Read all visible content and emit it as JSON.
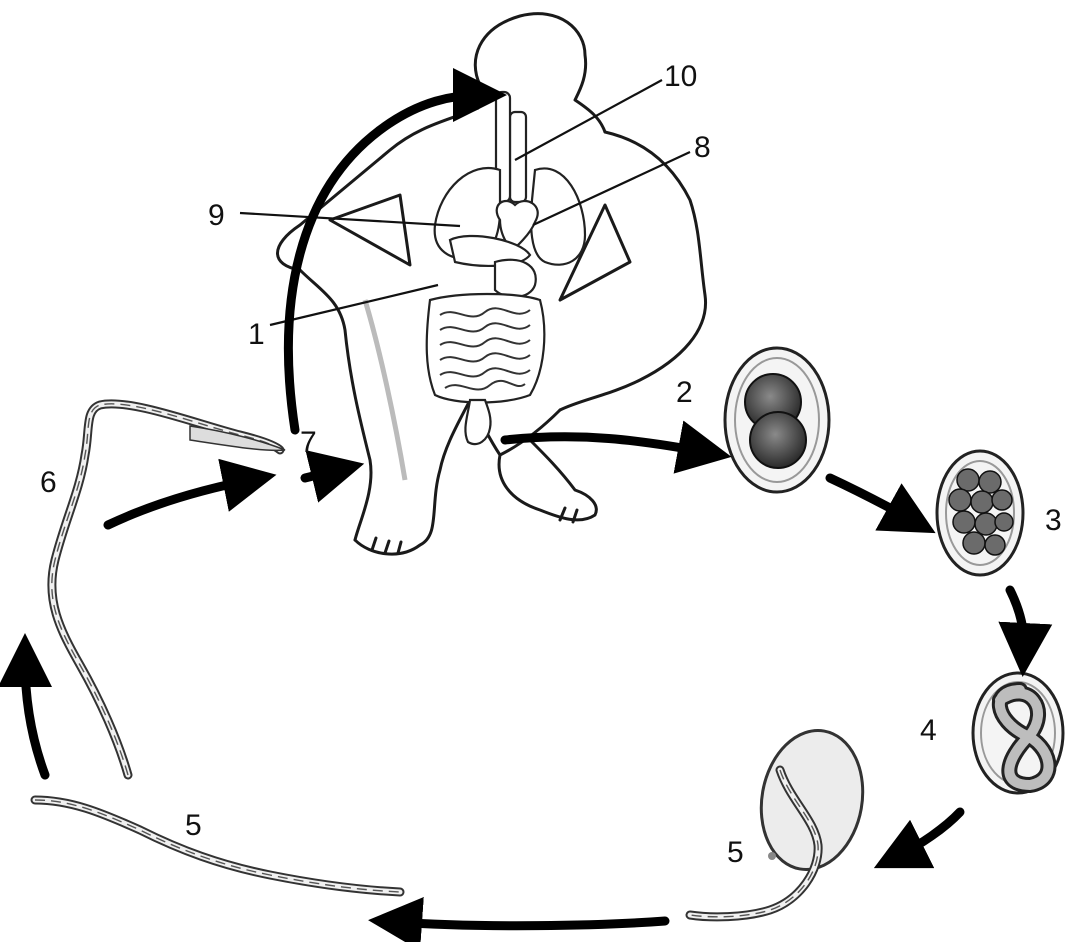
{
  "labels": {
    "l1": "1",
    "l2": "2",
    "l3": "3",
    "l4": "4",
    "l5a": "5",
    "l5b": "5",
    "l6": "6",
    "l7": "7",
    "l8": "8",
    "l9": "9",
    "l10": "10"
  },
  "colors": {
    "ink": "#000000",
    "egg_fill": "#f2f2f2",
    "egg_dark": "#3a3a3a"
  }
}
